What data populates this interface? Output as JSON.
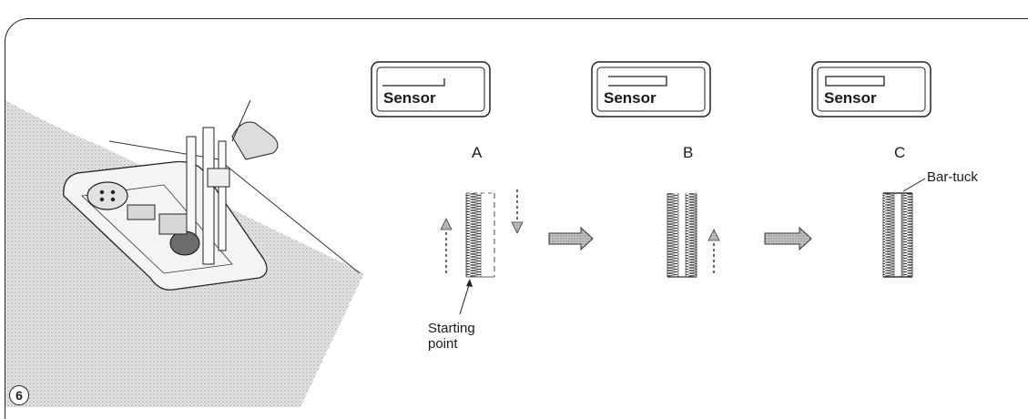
{
  "figure_number": "6",
  "displays": [
    {
      "id": "A",
      "sensor_label": "Sensor",
      "indicator": "top-line"
    },
    {
      "id": "B",
      "sensor_label": "Sensor",
      "indicator": "open-bar"
    },
    {
      "id": "C",
      "sensor_label": "Sensor",
      "indicator": "closed-bar"
    }
  ],
  "annotations": {
    "starting_point": "Starting\npoint",
    "bar_tuck": "Bar-tuck"
  },
  "colors": {
    "ink": "#1a1a1a",
    "arrow_fill": "#a8a8a8",
    "fabric": "#dcdcdc"
  }
}
